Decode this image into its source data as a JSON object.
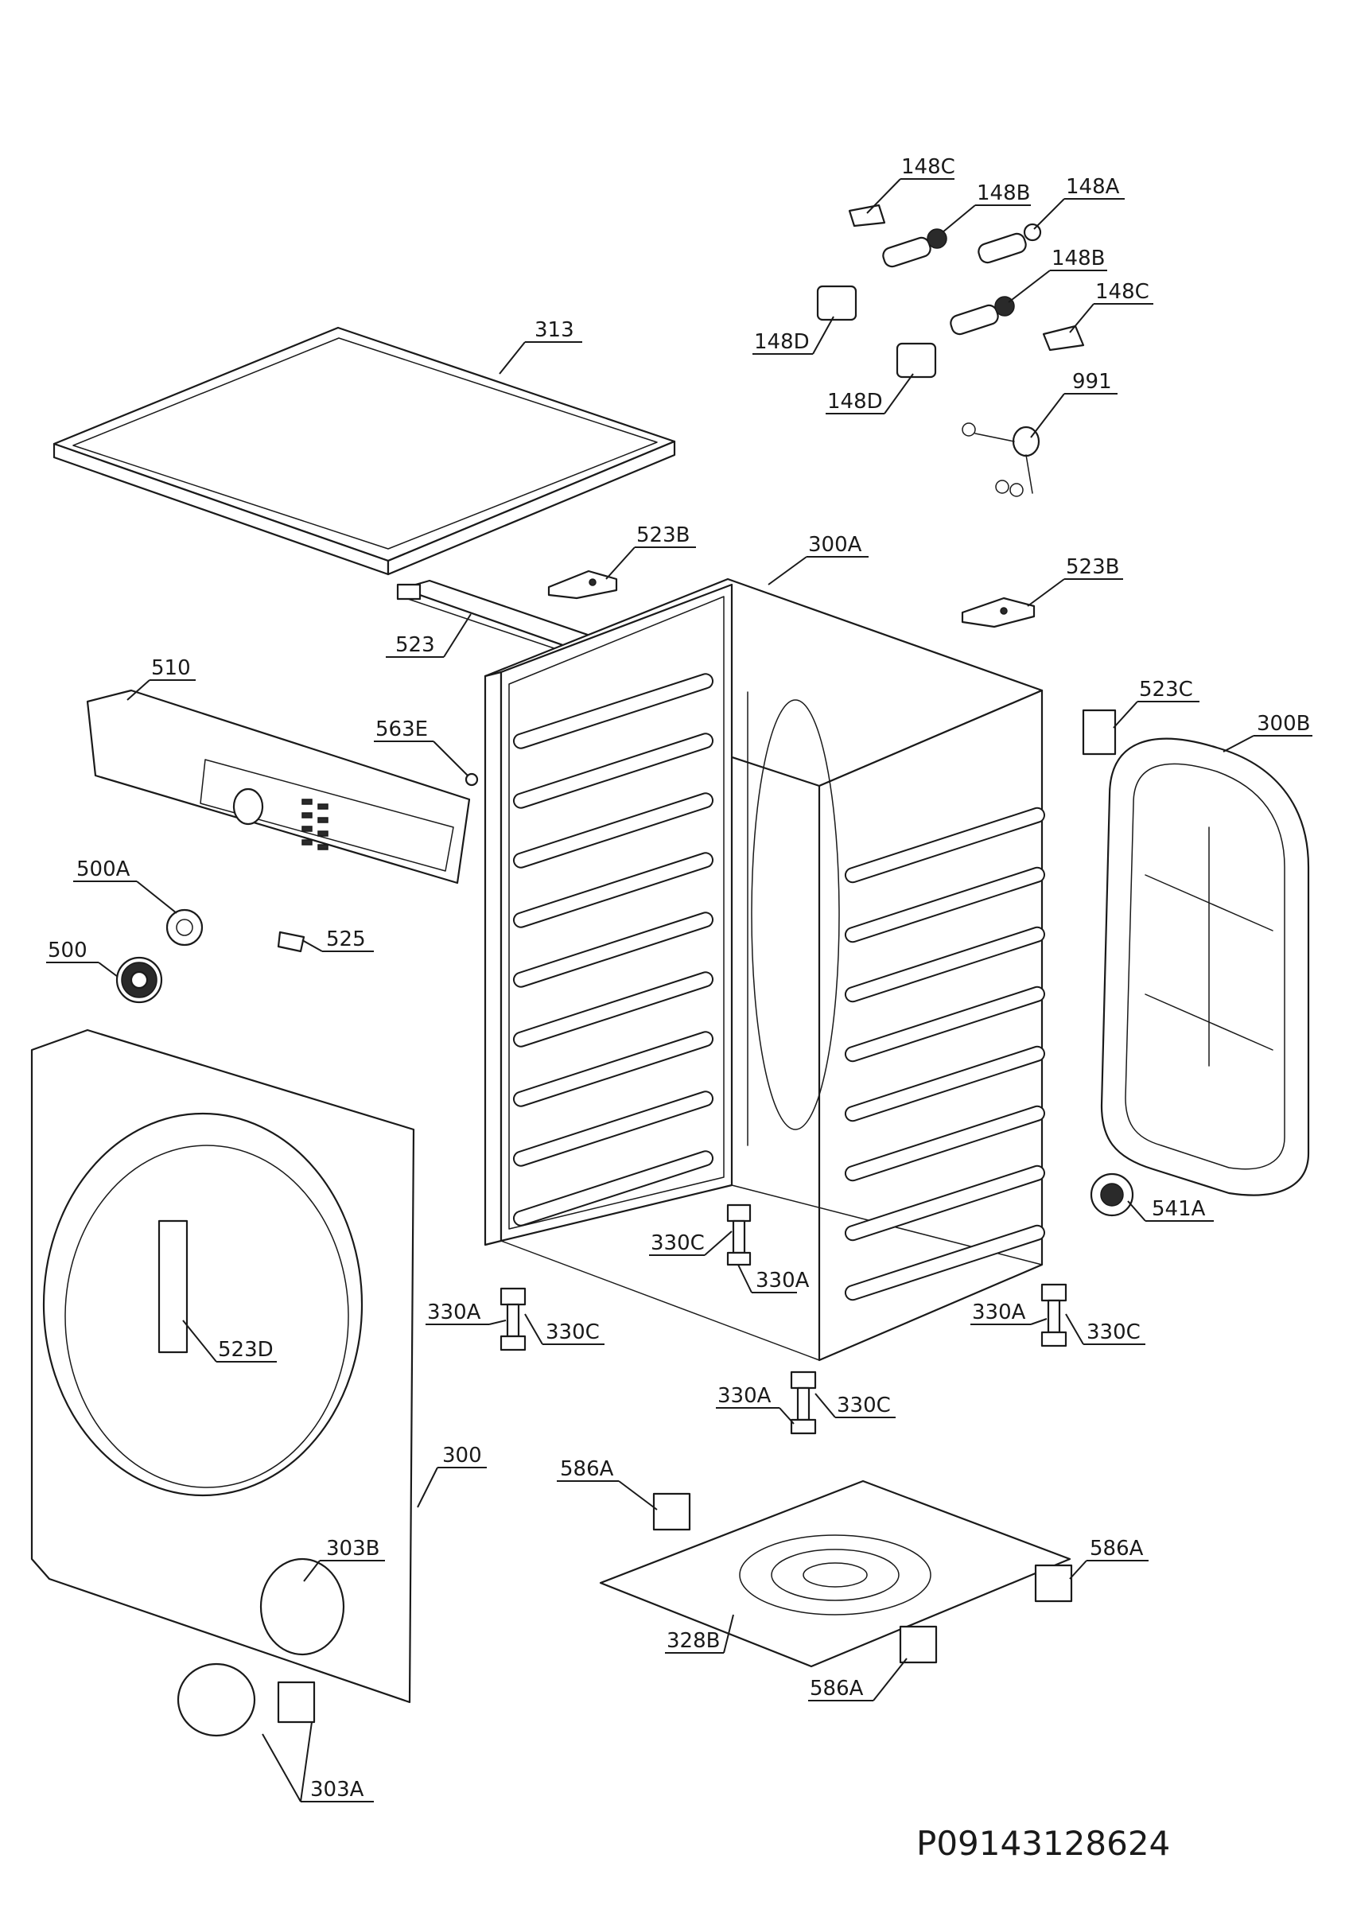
{
  "drawing_code": "P09143128624",
  "callouts": [
    {
      "label": "148C"
    },
    {
      "label": "148B"
    },
    {
      "label": "148A"
    },
    {
      "label": "148B"
    },
    {
      "label": "148C"
    },
    {
      "label": "148D"
    },
    {
      "label": "148D"
    },
    {
      "label": "991"
    },
    {
      "label": "313"
    },
    {
      "label": "523B"
    },
    {
      "label": "300A"
    },
    {
      "label": "523B"
    },
    {
      "label": "523"
    },
    {
      "label": "510"
    },
    {
      "label": "563E"
    },
    {
      "label": "523C"
    },
    {
      "label": "300B"
    },
    {
      "label": "500A"
    },
    {
      "label": "500"
    },
    {
      "label": "525"
    },
    {
      "label": "541A"
    },
    {
      "label": "330C"
    },
    {
      "label": "330A"
    },
    {
      "label": "330A"
    },
    {
      "label": "330C"
    },
    {
      "label": "330A"
    },
    {
      "label": "330C"
    },
    {
      "label": "523D"
    },
    {
      "label": "330A"
    },
    {
      "label": "330C"
    },
    {
      "label": "300"
    },
    {
      "label": "586A"
    },
    {
      "label": "586A"
    },
    {
      "label": "303B"
    },
    {
      "label": "328B"
    },
    {
      "label": "586A"
    },
    {
      "label": "303A"
    }
  ]
}
